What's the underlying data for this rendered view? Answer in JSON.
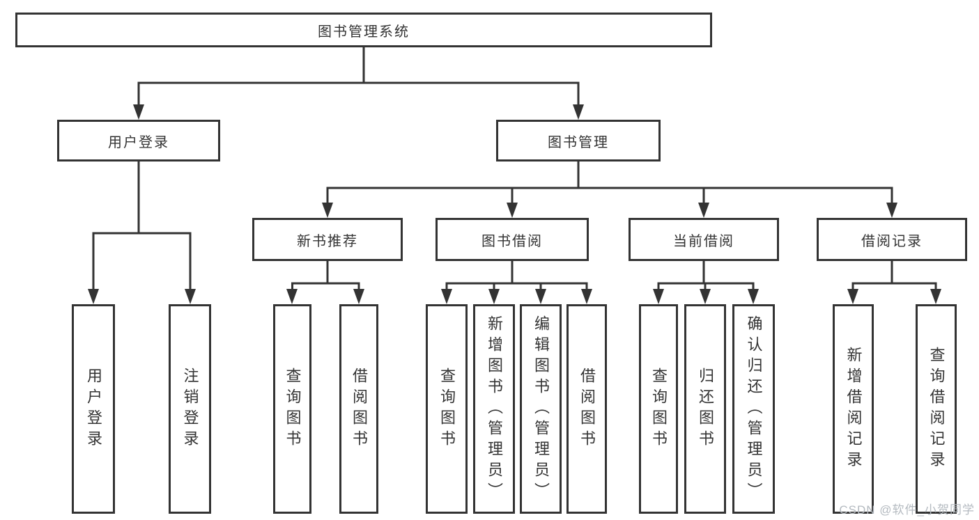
{
  "diagram": {
    "root": "图书管理系统",
    "branches": {
      "user_login": "用户登录",
      "book_management": "图书管理"
    },
    "modules": {
      "new_book_recommend": "新书推荐",
      "book_borrowing": "图书借阅",
      "current_borrowing": "当前借阅",
      "borrowing_records": "借阅记录"
    },
    "functions": {
      "user_login": "用户登录",
      "logout": "注销登录",
      "recommend_query_books": "查询图书",
      "recommend_borrow_books": "借阅图书",
      "borrow_query_books": "查询图书",
      "borrow_add_books": "新增图书（管理员）",
      "borrow_edit_books": "编辑图书（管理员）",
      "borrow_borrow_books": "借阅图书",
      "current_query_books": "查询图书",
      "current_return_books": "归还图书",
      "current_confirm_return": "确认归还（管理员）",
      "records_add_record": "新增借阅记录",
      "records_query_record": "查询借阅记录"
    }
  },
  "watermark": "CSDN @软件_小贺同学",
  "colors": {
    "line": "#333333",
    "text": "#333333",
    "box_background": "#ffffff",
    "watermark": "#b4bac0",
    "background": "#ffffff"
  }
}
